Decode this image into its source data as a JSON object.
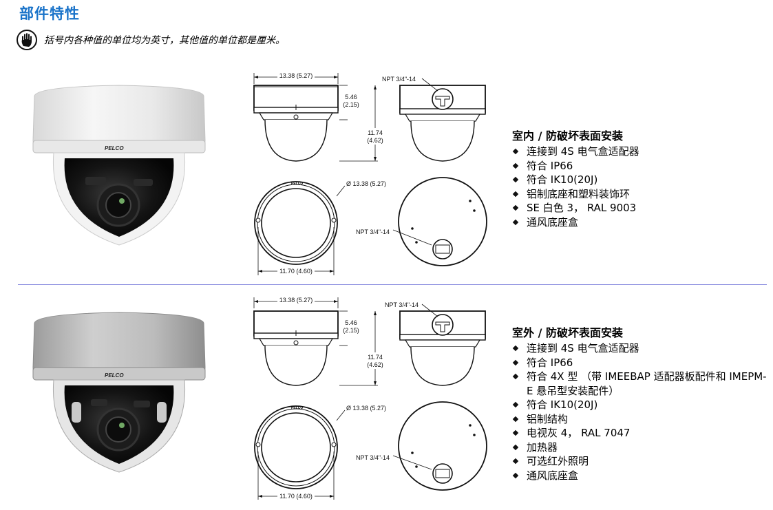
{
  "page": {
    "title": "部件特性",
    "note": "括号内各种值的单位均为英寸，其他值的单位都是厘米。",
    "note_icon": "hand-stop-icon",
    "accent_color": "#1a73c9",
    "divider_color": "#8c8ee0"
  },
  "products": [
    {
      "brand": "PELCO",
      "dome_color": "white",
      "title": "室内 / 防破坏表面安装",
      "features": [
        "连接到 4S 电气盒适配器",
        "符合 IP66",
        "符合 IK10(20J)",
        "铝制底座和塑料装饰环",
        "SE 白色 3， RAL 9003",
        "通风底座盒"
      ],
      "dimensions": {
        "width_top": "13.38 (5.27)",
        "base_height": "5.46\n(2.15)",
        "base_height_line1": "5.46",
        "base_height_line2": "(2.15)",
        "total_height_line1": "11.74",
        "total_height_line2": "(4.62)",
        "conduit": "NPT 3/4\"-14",
        "diameter": "Ø 13.38 (5.27)",
        "bottom_width": "11.70 (4.60)",
        "ring_brand": "PELCO"
      }
    },
    {
      "brand": "PELCO",
      "dome_color": "gray",
      "title": "室外 / 防破坏表面安装",
      "features": [
        "连接到 4S 电气盒适配器",
        "符合 IP66",
        "符合 4X 型 （带 IMEEBAP 适配器板配件和 IMEPM-E 悬吊型安装配件）",
        "符合 IK10(20J)",
        "铝制结构",
        "电视灰 4， RAL 7047",
        "加热器",
        "可选红外照明",
        "通风底座盒"
      ],
      "dimensions": {
        "width_top": "13.38 (5.27)",
        "base_height_line1": "5.46",
        "base_height_line2": "(2.15)",
        "total_height_line1": "11.74",
        "total_height_line2": "(4.62)",
        "conduit": "NPT 3/4\"-14",
        "diameter": "Ø 13.38 (5.27)",
        "bottom_width": "11.70 (4.60)",
        "ring_brand": "PELCO"
      }
    }
  ]
}
